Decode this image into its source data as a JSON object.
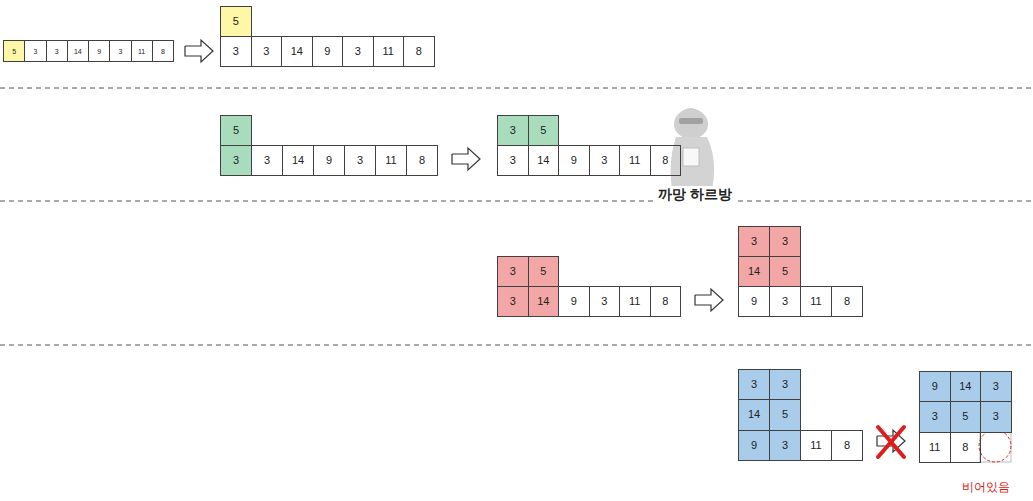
{
  "diagram": {
    "nodes": [
      {
        "text": [
          "5"
        ]
      },
      {
        "text": [
          "3"
        ]
      },
      {
        "text": [
          "3"
        ]
      },
      {
        "text": [
          "14"
        ]
      },
      {
        "text": [
          "9"
        ]
      },
      {
        "text": [
          "3"
        ]
      },
      {
        "text": [
          "11"
        ]
      },
      {
        "text": [
          "8"
        ]
      },
      {
        "text": [
          "5"
        ]
      },
      {
        "text": [
          "3"
        ]
      },
      {
        "text": [
          "3"
        ]
      },
      {
        "text": [
          "14"
        ]
      },
      {
        "text": [
          "9"
        ]
      },
      {
        "text": [
          "3"
        ]
      },
      {
        "text": [
          "11"
        ]
      },
      {
        "text": [
          "8"
        ]
      },
      {
        "text": [
          "5"
        ]
      },
      {
        "text": [
          "3"
        ]
      },
      {
        "text": [
          "3"
        ]
      },
      {
        "text": [
          "14"
        ]
      },
      {
        "text": [
          "9"
        ]
      },
      {
        "text": [
          "3"
        ]
      },
      {
        "text": [
          "11"
        ]
      },
      {
        "text": [
          "8"
        ]
      },
      {
        "text": [
          "3"
        ]
      },
      {
        "text": [
          "5"
        ]
      },
      {
        "text": [
          "3"
        ]
      },
      {
        "text": [
          "14"
        ]
      },
      {
        "text": [
          "9"
        ]
      },
      {
        "text": [
          "3"
        ]
      },
      {
        "text": [
          "11"
        ]
      },
      {
        "text": [
          "8"
        ]
      },
      {
        "text": [
          "3"
        ]
      },
      {
        "text": [
          "5"
        ]
      },
      {
        "text": [
          "3"
        ]
      },
      {
        "text": [
          "14"
        ]
      },
      {
        "text": [
          "9"
        ]
      },
      {
        "text": [
          "3"
        ]
      },
      {
        "text": [
          "11"
        ]
      },
      {
        "text": [
          "8"
        ]
      },
      {
        "text": [
          "3"
        ]
      },
      {
        "text": [
          "3"
        ]
      },
      {
        "text": [
          "14"
        ]
      },
      {
        "text": [
          "5"
        ]
      },
      {
        "text": [
          "9"
        ]
      },
      {
        "text": [
          "3"
        ]
      },
      {
        "text": [
          "11"
        ]
      },
      {
        "text": [
          "8"
        ]
      },
      {
        "text": [
          "3"
        ]
      },
      {
        "text": [
          "3"
        ]
      },
      {
        "text": [
          "14"
        ]
      },
      {
        "text": [
          "5"
        ]
      },
      {
        "text": [
          "9"
        ]
      },
      {
        "text": [
          "3"
        ]
      },
      {
        "text": [
          "11"
        ]
      },
      {
        "text": [
          "8"
        ]
      },
      {
        "text": [
          "9"
        ]
      },
      {
        "text": [
          "14"
        ]
      },
      {
        "text": [
          "3"
        ]
      },
      {
        "text": [
          "3"
        ]
      },
      {
        "text": [
          "5"
        ]
      },
      {
        "text": [
          "3"
        ]
      },
      {
        "text": [
          "11"
        ]
      },
      {
        "text": [
          "8"
        ]
      }
    ],
    "labels": [
      "까망 하르방",
      "비어있음"
    ]
  }
}
